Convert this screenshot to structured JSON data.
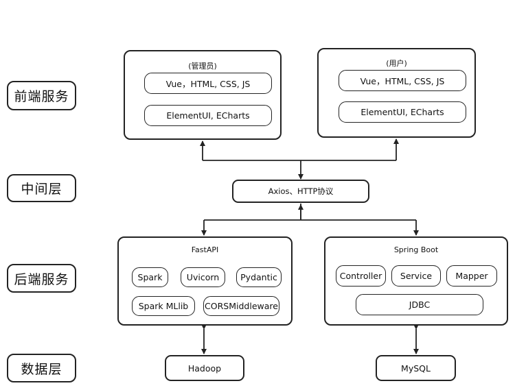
{
  "layers": {
    "frontend": "前端服务",
    "middle": "中间层",
    "backend": "后端服务",
    "data": "数据层"
  },
  "admin_panel": {
    "title": "(管理员)",
    "items": [
      "Vue，HTML, CSS, JS",
      "ElementUI, ECharts"
    ]
  },
  "user_panel": {
    "title": "(用户)",
    "items": [
      "Vue，HTML, CSS, JS",
      "ElementUI, ECharts"
    ]
  },
  "middleware": {
    "label": "Axios、HTTP协议"
  },
  "fastapi_panel": {
    "title": "FastAPI",
    "items": [
      "Spark",
      "Uvicorn",
      "Pydantic",
      "Spark MLlib",
      "CORSMiddleware"
    ]
  },
  "spring_panel": {
    "title": "Spring Boot",
    "items": [
      "Controller",
      "Service",
      "Mapper",
      "JDBC"
    ]
  },
  "datastores": {
    "hadoop": "Hadoop",
    "mysql": "MySQL"
  }
}
